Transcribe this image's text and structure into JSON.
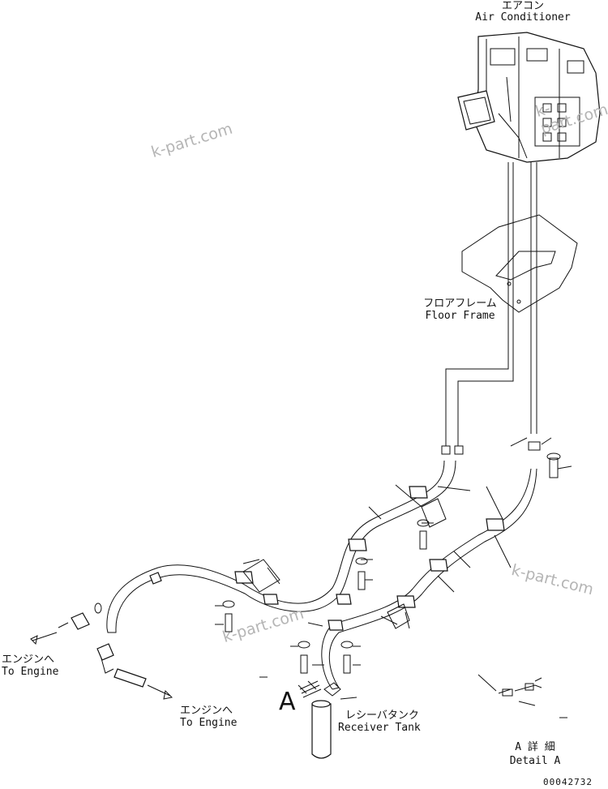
{
  "labels": {
    "air_conditioner_jp": "エアコン",
    "air_conditioner_en": "Air Conditioner",
    "floor_frame_jp": "フロアフレーム",
    "floor_frame_en": "Floor Frame",
    "to_engine_1_jp": "エンジンへ",
    "to_engine_1_en": "To Engine",
    "to_engine_2_jp": "エンジンへ",
    "to_engine_2_en": "To Engine",
    "receiver_tank_jp": "レシーバタンク",
    "receiver_tank_en": "Receiver Tank",
    "detail_jp": "A 詳 細",
    "detail_en": "Detail A",
    "view_letter": "A"
  },
  "watermarks": [
    "k-part.com",
    "k-part.com",
    "k-part.com",
    "k-part.com"
  ],
  "part_id": "00042732"
}
